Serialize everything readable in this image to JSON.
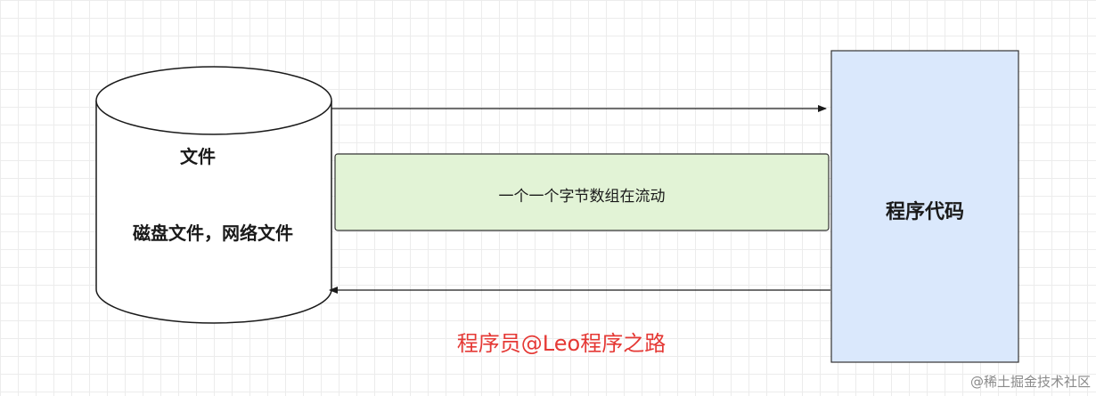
{
  "cylinder": {
    "title": "文件",
    "description": "磁盘文件，网络文件"
  },
  "stream": {
    "label": "一个一个字节数组在流动",
    "fill": "#e2f3d6",
    "stroke": "#333333"
  },
  "program": {
    "label": "程序代码",
    "fill": "#dae8fc",
    "stroke": "#333333"
  },
  "watermark": {
    "author": "程序员@Leo程序之路",
    "site": "@稀土掘金技术社区"
  }
}
